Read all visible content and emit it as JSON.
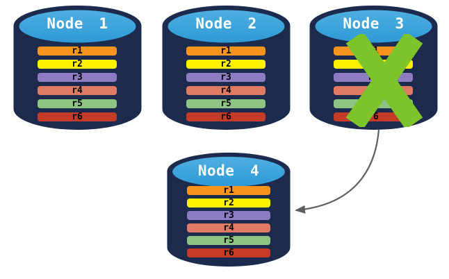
{
  "colors": {
    "cylinder_body": "#1C2B4D",
    "cylinder_top": "#2E9AD6",
    "cylinder_top_light": "#4FAEE0",
    "cylinder_edge": "#6B7FA6",
    "title_text": "#FFFFFF",
    "replica_text": "#000000",
    "failure_x": "#7CC42A",
    "arrow": "#5E5E5E"
  },
  "nodes": [
    {
      "title": "Node 1",
      "failed": false,
      "replicas": [
        {
          "label": "r1",
          "color": "#F7941D"
        },
        {
          "label": "r2",
          "color": "#FEF200"
        },
        {
          "label": "r3",
          "color": "#8D7CC2"
        },
        {
          "label": "r4",
          "color": "#E07B63"
        },
        {
          "label": "r5",
          "color": "#8DC383"
        },
        {
          "label": "r6",
          "color": "#C43B28"
        }
      ]
    },
    {
      "title": "Node 2",
      "failed": false,
      "replicas": [
        {
          "label": "r1",
          "color": "#F7941D"
        },
        {
          "label": "r2",
          "color": "#FEF200"
        },
        {
          "label": "r3",
          "color": "#8D7CC2"
        },
        {
          "label": "r4",
          "color": "#E07B63"
        },
        {
          "label": "r5",
          "color": "#8DC383"
        },
        {
          "label": "r6",
          "color": "#C43B28"
        }
      ]
    },
    {
      "title": "Node 3",
      "failed": true,
      "replicas": [
        {
          "label": "r1",
          "color": "#F7941D"
        },
        {
          "label": "r2",
          "color": "#FEF200"
        },
        {
          "label": "r3",
          "color": "#8D7CC2"
        },
        {
          "label": "r4",
          "color": "#E07B63"
        },
        {
          "label": "r5",
          "color": "#8DC383"
        },
        {
          "label": "r6",
          "color": "#C43B28"
        }
      ]
    },
    {
      "title": "Node 4",
      "failed": false,
      "replicas": [
        {
          "label": "r1",
          "color": "#F7941D"
        },
        {
          "label": "r2",
          "color": "#FEF200"
        },
        {
          "label": "r3",
          "color": "#8D7CC2"
        },
        {
          "label": "r4",
          "color": "#E07B63"
        },
        {
          "label": "r5",
          "color": "#8DC383"
        },
        {
          "label": "r6",
          "color": "#C43B28"
        }
      ]
    }
  ],
  "connection": {
    "from": "Node 3",
    "to": "Node 4"
  }
}
